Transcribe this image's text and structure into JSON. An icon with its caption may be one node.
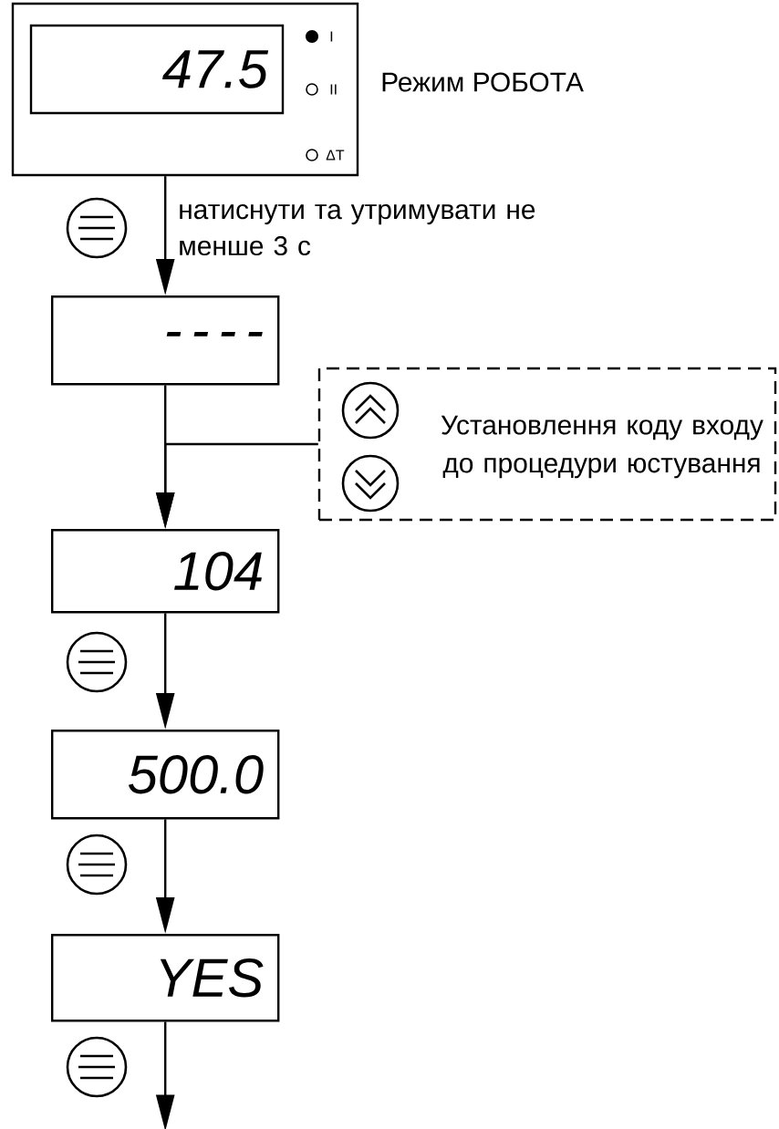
{
  "diagram": {
    "nodes": [
      {
        "text": [
          "I",
          "II",
          "ΔT"
        ],
        "beside": [
          "Режим РОБОТА"
        ]
      },
      {
        "text": [
          "47.5"
        ],
        "in": 0
      },
      {
        "text": [
          "- - - -"
        ]
      },
      {
        "text": [
          "Установлення коду входу до процедури юстування"
        ]
      },
      {
        "text": [
          "104"
        ]
      },
      {
        "text": [
          "500.0"
        ]
      },
      {
        "text": [
          "YES"
        ]
      }
    ],
    "edges": [
      {
        "from": 0,
        "to": 2,
        "arrow": "to",
        "label": "натиснути та утримувати не менше 3 с"
      },
      {
        "from": 2,
        "to": 4,
        "arrow": "to"
      },
      {
        "from": 3,
        "to": 4,
        "arrow": "to"
      },
      {
        "from": 4,
        "to": 5,
        "arrow": "to"
      },
      {
        "from": 5,
        "to": 6,
        "arrow": "to"
      },
      {
        "from": 6,
        "to": null,
        "arrow": "to"
      }
    ]
  }
}
